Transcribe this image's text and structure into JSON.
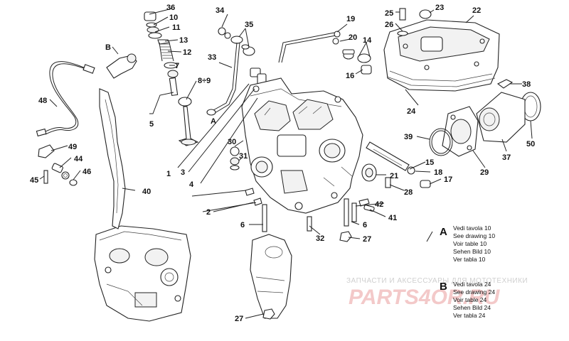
{
  "callouts": [
    "1",
    "2",
    "3",
    "4",
    "5",
    "6",
    "7",
    "8÷9",
    "10",
    "11",
    "12",
    "13",
    "14",
    "15",
    "16",
    "17",
    "18",
    "19",
    "20",
    "21",
    "22",
    "23",
    "24",
    "25",
    "26",
    "27",
    "28",
    "29",
    "30",
    "31",
    "32",
    "33",
    "34",
    "35",
    "36",
    "37",
    "38",
    "39",
    "40",
    "41",
    "42",
    "44",
    "45",
    "46",
    "48",
    "49",
    "50",
    "A",
    "B"
  ],
  "references": {
    "a": {
      "letter": "A",
      "lines": [
        "Vedi tavola 10",
        "See drawing 10",
        "Voir table 10",
        "Sehen Bild 10",
        "Ver tabla 10"
      ]
    },
    "b": {
      "letter": "B",
      "lines": [
        "Vedi tavola 24",
        "See drawing 24",
        "Voir table 24",
        "Sehen Bild 24",
        "Ver tabla 24"
      ]
    }
  },
  "watermark": {
    "tagline": "ЗАПЧАСТИ И АКСЕССУАРЫ ДЛЯ МОТОТЕХНИКИ",
    "brand": "PARTS4OR.RU"
  }
}
